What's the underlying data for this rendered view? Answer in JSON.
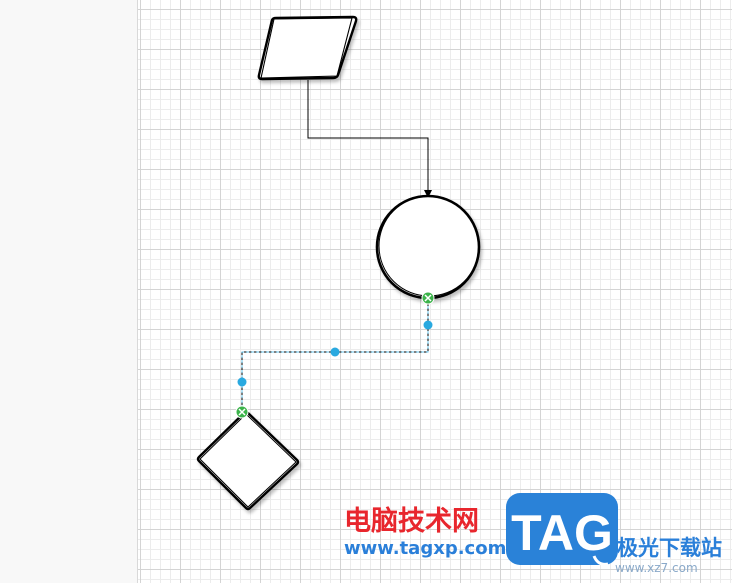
{
  "watermark": {
    "site_name_cn": "电脑技术网",
    "site_url": "www.tagxp.com",
    "logo_text": "TAG",
    "site_name_right": "极光下载站",
    "site_url_right": "www.xz7.com"
  },
  "colors": {
    "selection_handle": "#29a9e0",
    "connection_point": "#3bb34a",
    "shape_stroke": "#000000",
    "grid_minor": "#ececec",
    "grid_major": "#d4d4d4",
    "logo_blue": "#2a82d8",
    "watermark_red": "#e8262d"
  }
}
